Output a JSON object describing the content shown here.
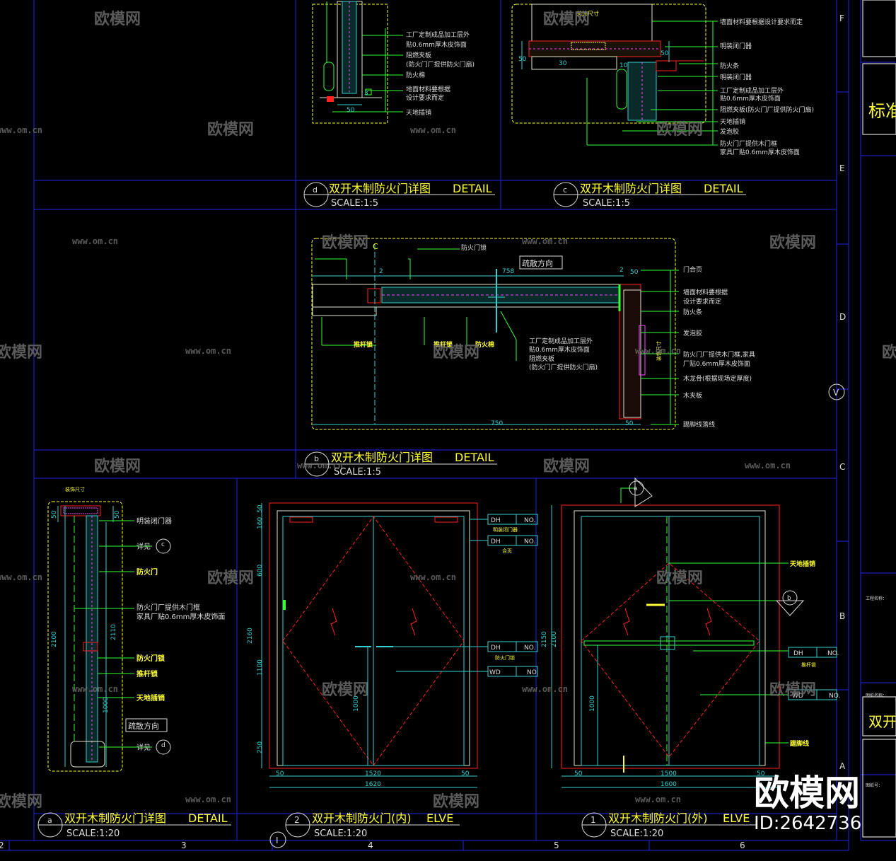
{
  "colors": {
    "background": "#000000",
    "frame": "#2222ee",
    "dim": "#33d1d1",
    "outline": "#e3e3c7",
    "text": "#dddddd",
    "title_text": "#ffff33",
    "red": "#ff2222",
    "green": "#33ff33",
    "magenta": "#ff44ff",
    "watermark": "#6a6a6a"
  },
  "watermark": {
    "logo": "欧模网",
    "url": "www.om.cn",
    "brand_big": "欧模网",
    "id_label": "ID:2642736"
  },
  "grid": {
    "columns": [
      "2",
      "3",
      "4",
      "5",
      "6"
    ],
    "rows": [
      "F",
      "E",
      "D",
      "C",
      "B",
      "A"
    ],
    "marker": "V",
    "column_marker": "I"
  },
  "title_block": {
    "title_fragment": "标准",
    "project_label": "工程名称：",
    "drawing_label": "图纸名称：",
    "drawing_fragment": "双开",
    "number_label": "图纸号："
  },
  "details": {
    "d": {
      "id": "d",
      "title": "双开木制防火门详图",
      "tag": "DETAIL",
      "scale": "SCALE:1:5",
      "notes": [
        "工厂定制成品加工层外",
        "贴0.6mm厚木皮饰面",
        "阻燃夹板",
        "(防火门厂提供防火门扇)",
        "防火棉",
        "地面材料要根据",
        "设计要求而定",
        "天地插销"
      ],
      "dims": [
        "50",
        "3"
      ]
    },
    "c": {
      "id": "c",
      "title": "双开木制防火门详图",
      "tag": "DETAIL",
      "scale": "SCALE:1:5",
      "notes": [
        "墙面材料要根据设计要求而定",
        "明装闭门器",
        "防火条",
        "明装闭门器",
        "工厂定制成品加工层外",
        "贴0.6mm厚木皮饰面",
        "阻燃夹板(防火门厂提供防火门扇)",
        "天地插销",
        "发泡胶",
        "防火门厂提供木门框",
        "家具厂贴0.6mm厚木皮饰面"
      ],
      "dims": [
        "装饰尺寸",
        "50",
        "30",
        "50",
        "10"
      ]
    },
    "b": {
      "id": "b",
      "title": "双开木制防火门详图",
      "tag": "DETAIL",
      "scale": "SCALE:1:5",
      "direction": "疏散方向",
      "notes_top": [
        "防火门锁"
      ],
      "notes_bottom": [
        "推杆锁",
        "推杆锁",
        "防火棉"
      ],
      "notes_mid": [
        "工厂定制成品加工层外",
        "贴0.6mm厚木皮饰面",
        "阻燃夹板",
        "(防火门厂提供防火门扇)"
      ],
      "notes_right": [
        "门合页",
        "墙面材料要根据",
        "设计要求而定",
        "防火条",
        "发泡胶",
        "防火门厂提供木门框,家具",
        "厂贴0.6mm厚木皮饰面",
        "木龙骨(根据现场定厚度)",
        "木夹板",
        "踢脚线落线"
      ],
      "dims": [
        "2",
        "758",
        "2",
        "50",
        "750",
        "50",
        "装饰尺寸"
      ],
      "centerline": "C"
    },
    "a": {
      "id": "a",
      "title": "双开木制防火门详图",
      "tag": "DETAIL",
      "scale": "SCALE:1:20",
      "direction": "疏散方向",
      "notes": [
        "明装闭门器",
        "详见",
        "防火门",
        "防火门厂提供木门框",
        "家具厂贴0.6mm厚木皮饰面",
        "防火门锁",
        "推杆锁",
        "天地插销",
        "详见"
      ],
      "callouts": [
        "c",
        "d"
      ],
      "dims": [
        "装饰尺寸",
        "50",
        "50",
        "2100",
        "2110",
        "1000"
      ]
    },
    "elev2": {
      "id": "2",
      "title": "双开木制防火门(内)",
      "tag": "ELVE",
      "scale": "SCALE:1:20",
      "dims_left": [
        "2160",
        "160",
        "50",
        "600",
        "1100",
        "250"
      ],
      "dims_bottom": [
        "50",
        "1520",
        "50",
        "1620"
      ],
      "dim_center": "1000",
      "tags": [
        {
          "code": "DH",
          "no": "NO.",
          "label": "明装闭门器"
        },
        {
          "code": "DH",
          "no": "NO.",
          "label": "合页"
        },
        {
          "code": "DH",
          "no": "NO.",
          "label": "防火门锁"
        },
        {
          "code": "WD",
          "no": "NO.",
          "label": ""
        }
      ]
    },
    "elev1": {
      "id": "1",
      "title": "双开木制防火门(外)",
      "tag": "ELVE",
      "scale": "SCALE:1:20",
      "dims_left": [
        "2150",
        "2100",
        "1000"
      ],
      "dims_bottom": [
        "50",
        "1500",
        "50",
        "1600"
      ],
      "notes": [
        "天地插销",
        "推杆锁",
        "踢脚线"
      ],
      "tags": [
        {
          "code": "DH",
          "no": "NO.",
          "label": "推杆锁"
        },
        {
          "code": "WD",
          "no": "NO.",
          "label": ""
        }
      ],
      "callouts": [
        "a",
        "b"
      ]
    }
  }
}
